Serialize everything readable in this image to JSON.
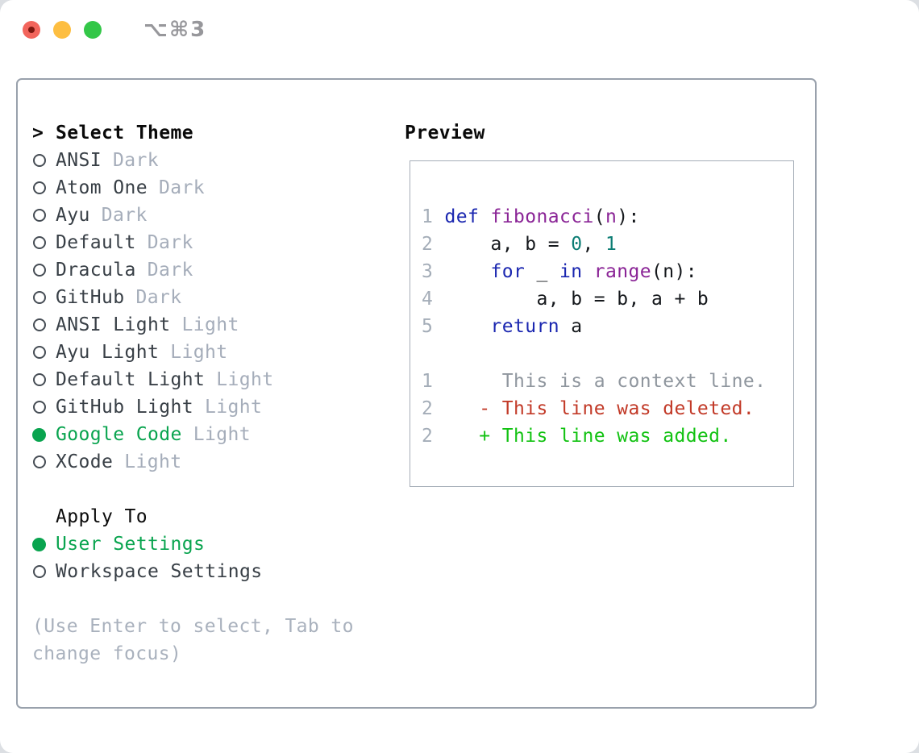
{
  "window": {
    "shortcut_label": "⌥⌘3"
  },
  "traffic_lights": {
    "close_color": "#f2655c",
    "close_dot_color": "#7c170f",
    "minimize_color": "#fdbe41",
    "zoom_color": "#33c748"
  },
  "colors": {
    "accent_green": "#09a44f",
    "diff_added_green": "#12c212",
    "diff_deleted_red": "#c23a28",
    "keyword_blue": "#1b27b0",
    "function_purple": "#8a2496",
    "number_teal": "#0c7d74",
    "muted_gray": "#a5adba",
    "panel_border": "#99a1ac",
    "preview_border": "#a6aeb8"
  },
  "theme_selector": {
    "cursor": ">",
    "header": "Select Theme",
    "items": [
      {
        "name": "ANSI",
        "variant": "Dark",
        "selected": false
      },
      {
        "name": "Atom One",
        "variant": "Dark",
        "selected": false
      },
      {
        "name": "Ayu",
        "variant": "Dark",
        "selected": false
      },
      {
        "name": "Default",
        "variant": "Dark",
        "selected": false
      },
      {
        "name": "Dracula",
        "variant": "Dark",
        "selected": false
      },
      {
        "name": "GitHub",
        "variant": "Dark",
        "selected": false
      },
      {
        "name": "ANSI Light",
        "variant": "Light",
        "selected": false
      },
      {
        "name": "Ayu Light",
        "variant": "Light",
        "selected": false
      },
      {
        "name": "Default Light",
        "variant": "Light",
        "selected": false
      },
      {
        "name": "GitHub Light",
        "variant": "Light",
        "selected": false
      },
      {
        "name": "Google Code",
        "variant": "Light",
        "selected": true
      },
      {
        "name": "XCode",
        "variant": "Light",
        "selected": false
      }
    ]
  },
  "apply_to": {
    "header": "Apply To",
    "options": [
      {
        "label": "User Settings",
        "selected": true
      },
      {
        "label": "Workspace Settings",
        "selected": false
      }
    ]
  },
  "hint": "(Use Enter to select, Tab to change focus)",
  "preview": {
    "header": "Preview",
    "code_lines": [
      {
        "num": "1",
        "tokens": [
          {
            "t": " "
          },
          {
            "t": "def",
            "c": "kw"
          },
          {
            "t": " "
          },
          {
            "t": "fibonacci",
            "c": "fn"
          },
          {
            "t": "("
          },
          {
            "t": "n",
            "c": "fn"
          },
          {
            "t": "):"
          }
        ]
      },
      {
        "num": "2",
        "tokens": [
          {
            "t": "     a, b = "
          },
          {
            "t": "0",
            "c": "nm"
          },
          {
            "t": ", "
          },
          {
            "t": "1",
            "c": "nm"
          }
        ]
      },
      {
        "num": "3",
        "tokens": [
          {
            "t": "     "
          },
          {
            "t": "for",
            "c": "kw"
          },
          {
            "t": " _ "
          },
          {
            "t": "in",
            "c": "kw"
          },
          {
            "t": " "
          },
          {
            "t": "range",
            "c": "fn"
          },
          {
            "t": "(n):"
          }
        ]
      },
      {
        "num": "4",
        "tokens": [
          {
            "t": "         a, b = b, a + b"
          }
        ]
      },
      {
        "num": "5",
        "tokens": [
          {
            "t": "     "
          },
          {
            "t": "return",
            "c": "kw"
          },
          {
            "t": " a"
          }
        ]
      }
    ],
    "diff_lines": [
      {
        "num": "1",
        "body": "      This is a context line.",
        "kind": "ctx"
      },
      {
        "num": "2",
        "body": "    - This line was deleted.",
        "kind": "del"
      },
      {
        "num": "2",
        "body": "    + This line was added.",
        "kind": "add"
      }
    ]
  }
}
